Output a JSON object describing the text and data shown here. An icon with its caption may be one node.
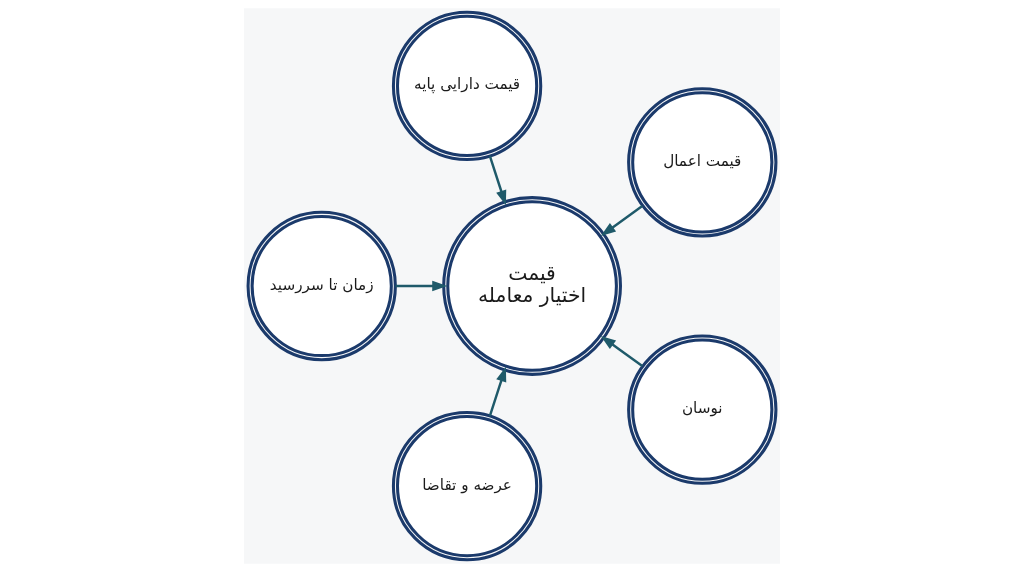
{
  "diagram": {
    "nodes": [
      {
        "text": [
          "قیمت اعمال"
        ]
      },
      {
        "text": [
          "قیمت دارایی پایه"
        ]
      },
      {
        "text": [
          "قیمت اختیار معامله"
        ]
      },
      {
        "text": [
          "نوسان"
        ]
      },
      {
        "text": [
          "زمان تا سررسید"
        ]
      },
      {
        "text": [
          "عرضه و تقاضا"
        ]
      }
    ],
    "edges": [
      {
        "from": 0,
        "to": 2,
        "arrow": "to"
      },
      {
        "from": 1,
        "to": 2,
        "arrow": "to"
      },
      {
        "from": 3,
        "to": 2,
        "arrow": "to"
      },
      {
        "from": 4,
        "to": 2,
        "arrow": "to"
      },
      {
        "from": 5,
        "to": 2,
        "arrow": "to"
      }
    ]
  }
}
